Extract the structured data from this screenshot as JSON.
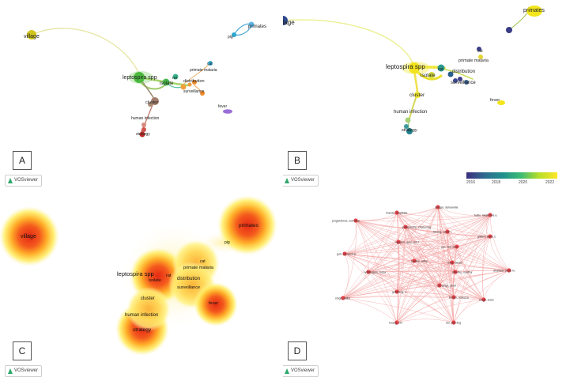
{
  "panels": {
    "a": {
      "letter": "A"
    },
    "b": {
      "letter": "B"
    },
    "c": {
      "letter": "C"
    },
    "d": {
      "letter": "D"
    }
  },
  "branding": {
    "vosviewer": "VOSviewer"
  },
  "keywords": {
    "village": "village",
    "primates": "primates",
    "pig": "pig",
    "leptospira_spp": "leptospira spp",
    "rat": "rat",
    "isolate": "isolate",
    "cat": "cat",
    "primate_malaria": "primate malaria",
    "distribution": "distribution",
    "surveillance": "surveillance",
    "cluster": "cluster",
    "fever": "fever",
    "human_infection": "human infection",
    "strategy": "strategy"
  },
  "colorbar": {
    "ticks": [
      "2016",
      "2018",
      "2020",
      "2022"
    ]
  },
  "authors": [
    "siregar, damanella",
    "manda, ranjithika",
    "battu, lakshmna a.",
    "jongwutiwes, somchai",
    "putaporntip, chaturong",
    "truong, zamir t.",
    "gilbert, barry s.",
    "nguyen, quoc viet t.",
    "yeo, tsin wen",
    "goh, clement w.",
    "bewick, wilby",
    "lubis, daniel",
    "athuthu, martha",
    "dhaliwal, priya m.",
    "vythilingam, indra",
    "cox-singh, janet",
    "goldberg, s.",
    "brown, rebecca",
    "singh, balbir",
    "singh, anan",
    "huang, zhi",
    "lau, yee ling"
  ],
  "colors": {
    "accent_red": "#e8444b",
    "edge_pink": "#f4a3a3",
    "density_yellow": "#ffef5a",
    "density_red": "#e8341c"
  }
}
